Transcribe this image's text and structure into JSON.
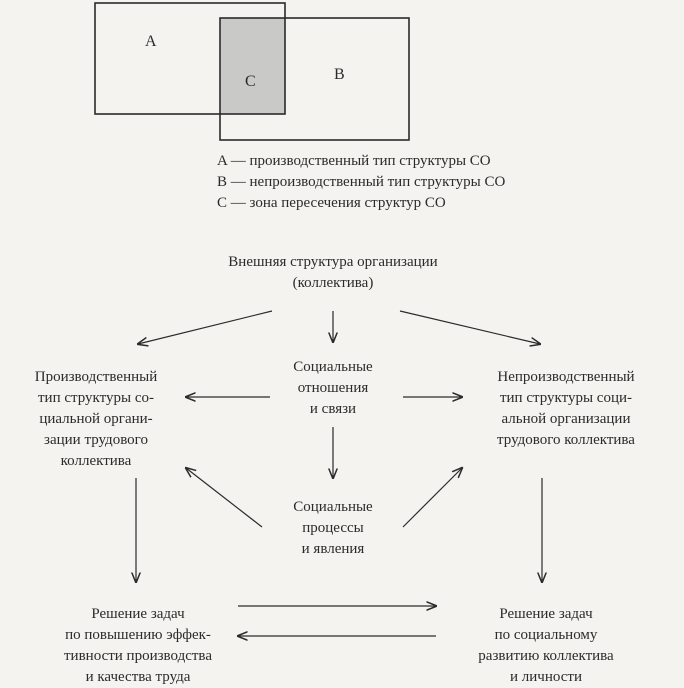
{
  "venn": {
    "label_a": "A",
    "label_b": "B",
    "label_c": "C",
    "legend": [
      "A — производственный тип структуры СО",
      "B — непроизводственный тип структуры СО",
      "C — зона пересечения структур СО"
    ]
  },
  "flow": {
    "top": "Внешняя структура организации\n(коллектива)",
    "center": "Социальные\nотношения\nи связи",
    "left": "Производственный\nтип структуры со-\nциальной органи-\nзации трудового\nколлектива",
    "right": "Непроизводственный\nтип структуры соци-\nальной организации\nтрудового коллектива",
    "middle": "Социальные\nпроцессы\nи явления",
    "bottom_left": "Решение задач\nпо повышению эффек-\nтивности производства\nи качества труда",
    "bottom_right": "Решение задач\nпо социальному\nразвитию коллектива\nи личности"
  },
  "colors": {
    "ink": "#2b2b2b",
    "overlap_fill": "#c9c9c7",
    "paper": "#f4f3f0"
  }
}
